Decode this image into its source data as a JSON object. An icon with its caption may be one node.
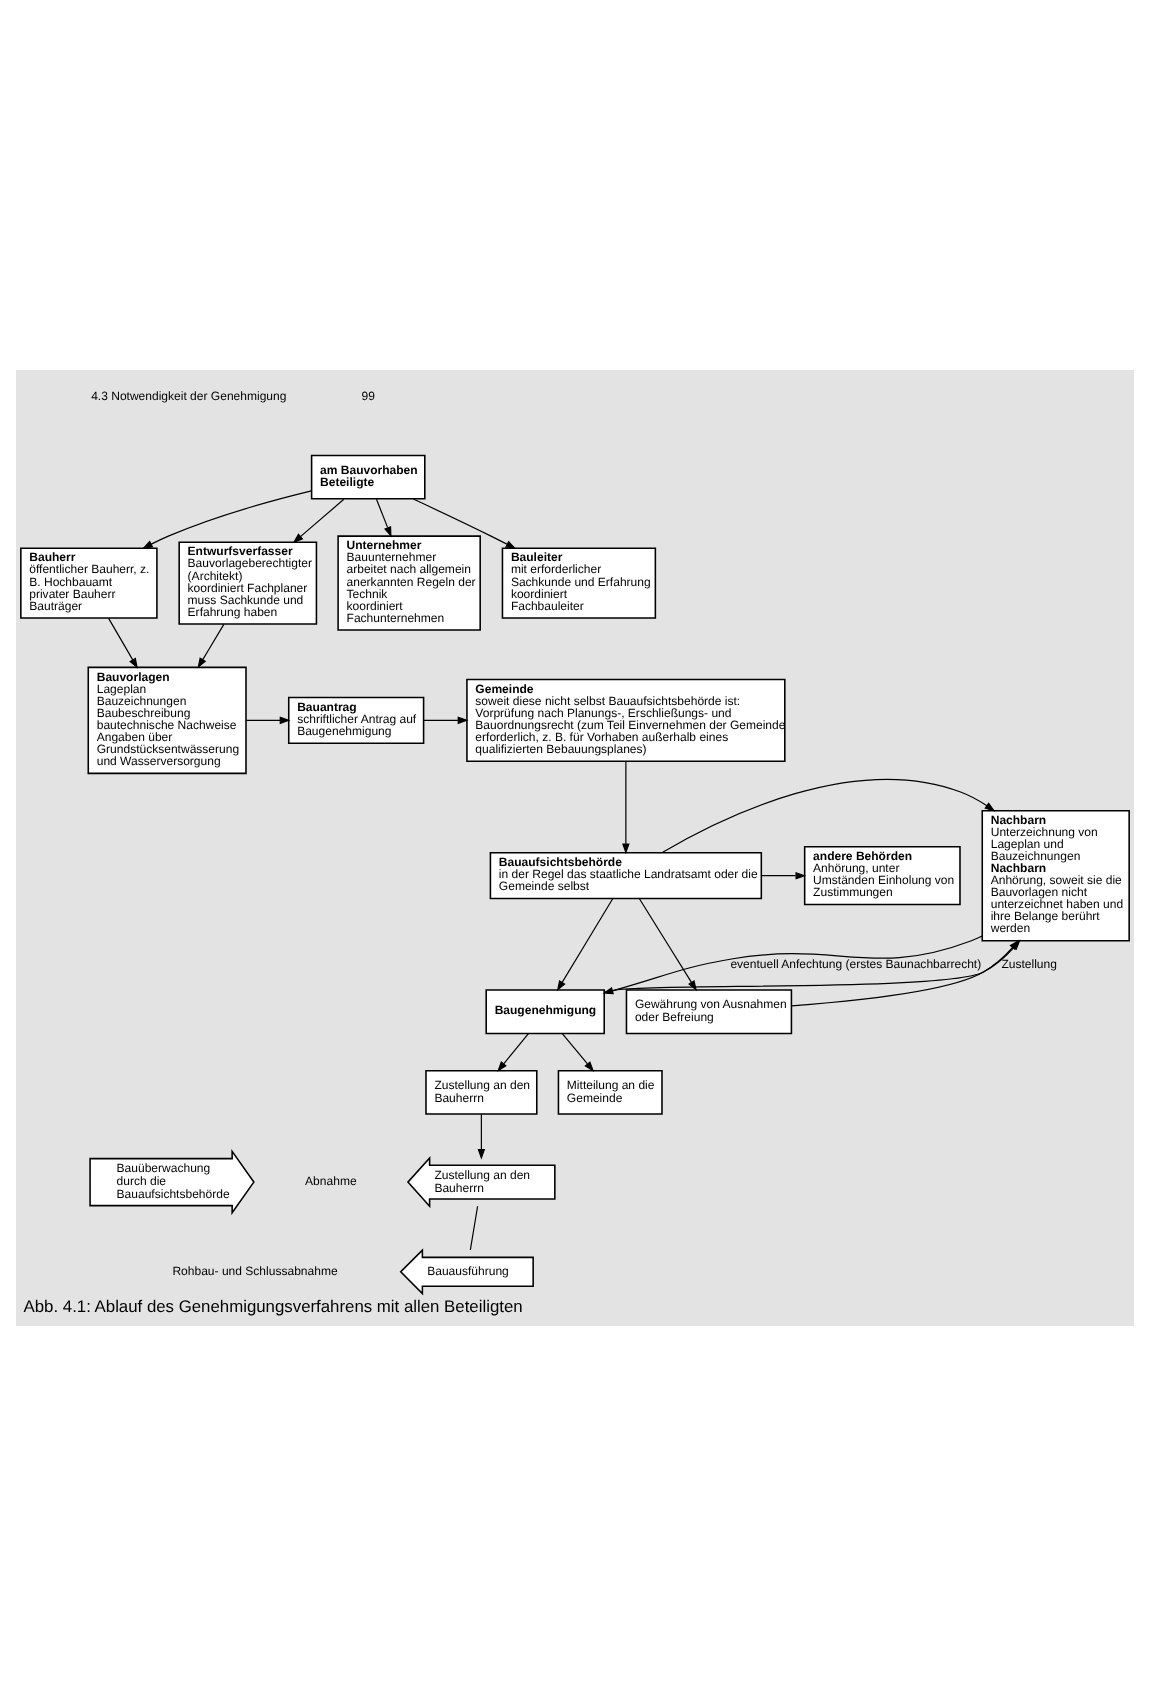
{
  "diagram": {
    "caption": "Abb. 4.1: Ablauf des Genehmigungsverfahrens mit allen Beteiligten",
    "nodes": [
      {
        "text": [
          "am Bauvorhaben Beteiligte"
        ]
      },
      {
        "text": [
          "Bauherr",
          "öffentlicher Bauherr, z. B. Hochbauamt",
          "privater Bauherr",
          "Bauträger"
        ]
      },
      {
        "text": [
          "Entwurfsverfasser",
          "Bauvorlageberechtigter (Architekt)",
          "koordiniert Fachplaner",
          "muss Sachkunde und Erfahrung haben"
        ]
      },
      {
        "text": [
          "Unternehmer",
          "Bauunternehmer",
          "arbeitet nach allgemein anerkannten Regeln der Technik",
          "koordiniert Fachunternehmen"
        ]
      },
      {
        "text": [
          "Bauleiter",
          "mit erforderlicher Sachkunde und Erfahrung",
          "koordiniert Fachbauleiter"
        ]
      },
      {
        "text": [
          "Bauvorlagen",
          "Lageplan",
          "Bauzeichnungen",
          "Baubeschreibung",
          "bautechnische Nachweise",
          "Angaben über Grundstücksentwässerung und Wasserversorgung"
        ]
      },
      {
        "text": [
          "Bauantrag",
          "schriftlicher Antrag auf Baugenehmigung"
        ]
      },
      {
        "text": [
          "Gemeinde",
          "soweit diese nicht selbst Bauaufsichtsbehörde ist:",
          "Vorprüfung nach Planungs-, Erschließungs- und Bauordnungsrecht (zum Teil Einvernehmen der Gemeinde erforderlich, z. B. für Vorhaben außerhalb eines qualifizierten Bebauungsplanes)"
        ]
      },
      {
        "text": [
          "Nachbarn",
          "Unterzeichnung von Lageplan und Bauzeichnungen",
          "Nachbarn",
          "Anhörung, soweit sie die Bauvorlagen nicht unterzeichnet haben und ihre Belange berührt werden"
        ]
      },
      {
        "text": [
          "andere Behörden",
          "Anhörung, unter Umständen Einholung von Zustimmungen"
        ]
      },
      {
        "text": [
          "Bauaufsichtsbehörde",
          "in der Regel das staatliche Landratsamt oder die Gemeinde selbst"
        ]
      },
      {
        "text": [
          "Gewährung von Ausnahmen oder Befreiung"
        ]
      },
      {
        "text": [
          "Baugenehmigung"
        ]
      },
      {
        "text": [
          "Zustellung an den Bauherrn"
        ]
      },
      {
        "text": [
          "Mitteilung an die Gemeinde"
        ]
      },
      {
        "text": [
          "Bauüberwachung durch die Bauaufsichtsbehörde"
        ]
      },
      {
        "text": [
          "Zustellung an den Bauherrn"
        ]
      },
      {
        "text": [
          "Bauausführung"
        ]
      }
    ],
    "edges": [
      {
        "from": 0,
        "to": 1,
        "arrow": "to"
      },
      {
        "from": 0,
        "to": 2,
        "arrow": "to"
      },
      {
        "from": 0,
        "to": 3,
        "arrow": "to"
      },
      {
        "from": 0,
        "to": 4,
        "arrow": "to"
      },
      {
        "from": 1,
        "to": 5,
        "arrow": "to"
      },
      {
        "from": 2,
        "to": 5,
        "arrow": "to"
      },
      {
        "from": 5,
        "to": 6,
        "arrow": "to"
      },
      {
        "from": 6,
        "to": 7,
        "arrow": "to"
      },
      {
        "from": 7,
        "to": 10,
        "arrow": "to"
      },
      {
        "from": 10,
        "to": 9,
        "arrow": "to"
      },
      {
        "from": 10,
        "to": 8,
        "arrow": "to"
      },
      {
        "from": 10,
        "to": 11,
        "arrow": "to"
      },
      {
        "from": 10,
        "to": 12,
        "arrow": "to"
      },
      {
        "from": 11,
        "to": 8,
        "arrow": "to"
      },
      {
        "from": 8,
        "to": 12,
        "arrow": "to",
        "label": "eventuell Anfechtung (erstes Baunachbarrecht)"
      },
      {
        "from": 12,
        "to": 8,
        "arrow": "to",
        "label": "Zustellung"
      },
      {
        "from": 12,
        "to": 13,
        "arrow": "to"
      },
      {
        "from": 12,
        "to": 14,
        "arrow": "to"
      },
      {
        "from": 13,
        "to": 16,
        "arrow": "to"
      },
      {
        "from": 16,
        "to": 17,
        "arrow": "none"
      }
    ],
    "labels": [
      "4.3 Notwendigkeit der Genehmigung",
      "99",
      "Abnahme",
      "Rohbau- und Schlussabnahme"
    ]
  }
}
